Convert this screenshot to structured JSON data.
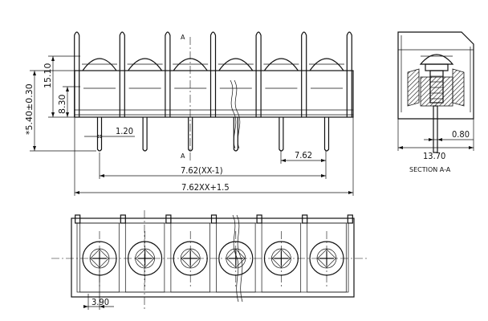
{
  "front_view": {
    "dim_pitch_total": "7.62(XX-1)",
    "dim_overall": "7.62XX+1.5",
    "dim_pitch": "7.62",
    "dim_pin_width": "1.20",
    "dim_height_total": "*5.40±0.30",
    "dim_height_body": "15.10",
    "dim_height_lower": "8.30",
    "section_mark_top": "A",
    "section_mark_bottom": "A"
  },
  "side_view": {
    "dim_depth": "13.70",
    "dim_pin_thickness": "0.80",
    "caption": "SECTION A-A"
  },
  "top_view": {
    "dim_offset": "3.90"
  },
  "positions": 6
}
